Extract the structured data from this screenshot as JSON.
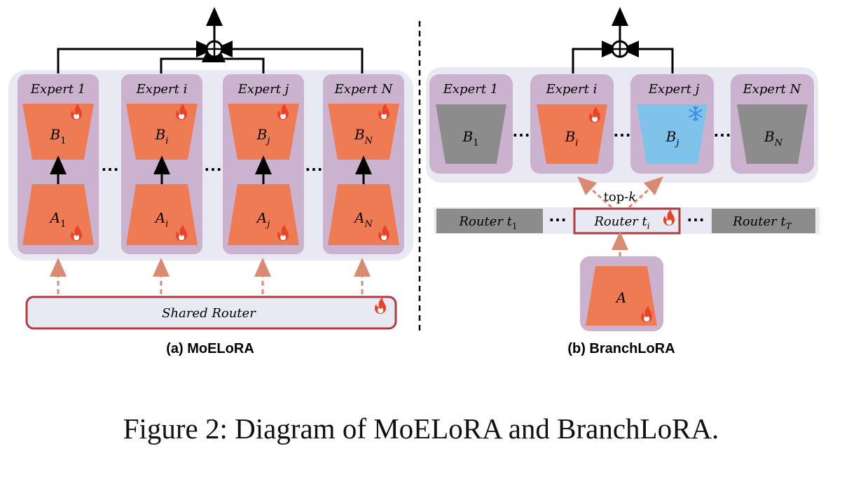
{
  "panel_a": {
    "caption": "(a) MoELoRA",
    "experts": [
      {
        "title": "Expert 1",
        "b_base": "B",
        "b_sub": "1",
        "a_base": "A",
        "a_sub": "1",
        "b_state": "trainable"
      },
      {
        "title": "Expert i",
        "b_base": "B",
        "b_sub": "i",
        "a_base": "A",
        "a_sub": "i",
        "b_state": "trainable"
      },
      {
        "title": "Expert j",
        "b_base": "B",
        "b_sub": "j",
        "a_base": "A",
        "a_sub": "j",
        "b_state": "trainable"
      },
      {
        "title": "Expert N",
        "b_base": "B",
        "b_sub": "N",
        "a_base": "A",
        "a_sub": "N",
        "b_state": "trainable"
      }
    ],
    "router_label": "Shared Router",
    "ellipsis": "⋯"
  },
  "panel_b": {
    "caption": "(b) BranchLoRA",
    "experts": [
      {
        "title": "Expert 1",
        "b_base": "B",
        "b_sub": "1",
        "b_state": "inactive"
      },
      {
        "title": "Expert i",
        "b_base": "B",
        "b_sub": "i",
        "b_state": "trainable"
      },
      {
        "title": "Expert j",
        "b_base": "B",
        "b_sub": "j",
        "b_state": "frozen"
      },
      {
        "title": "Expert N",
        "b_base": "B",
        "b_sub": "N",
        "b_state": "inactive"
      }
    ],
    "routers": [
      {
        "base": "Router t",
        "sub": "1"
      },
      {
        "base": "Router t",
        "sub": "i"
      },
      {
        "base": "Router t",
        "sub": "T"
      }
    ],
    "topk_label_prefix": "top-",
    "topk_label_k": "k",
    "shared_a_label": "A",
    "ellipsis": "⋯"
  },
  "colors": {
    "panel_bg": "#e8e9f3",
    "expert_bg": "#cbb3cf",
    "trainable": "#ef7b55",
    "frozen": "#7fc3ea",
    "inactive": "#8c8c8c",
    "router_border": "#b03b3f",
    "dashed_arrow": "#d98a72",
    "flame": "#e8432b",
    "snowflake": "#3a8ee6"
  },
  "figure_caption": "Figure 2: Diagram of MoELoRA and BranchLoRA.",
  "icons": {
    "trainable": "flame-icon",
    "frozen": "snowflake-icon",
    "sum": "circled-plus-icon"
  }
}
